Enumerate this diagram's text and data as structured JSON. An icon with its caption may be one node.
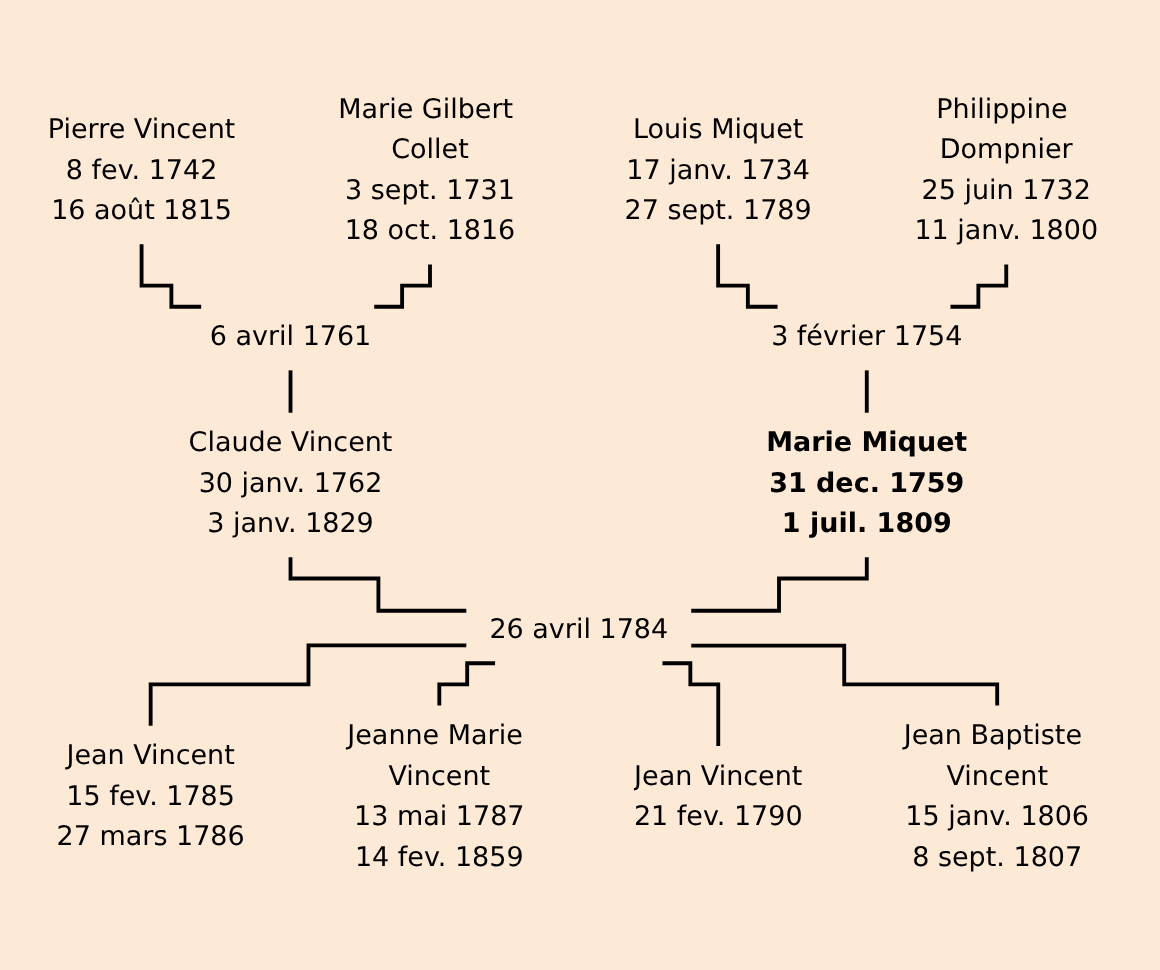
{
  "diagram": {
    "nodes": [
      {
        "text": [
          "Pierre Vincent",
          "8 fev. 1742",
          "16 août 1815"
        ]
      },
      {
        "text": [
          "Marie Gilbert Collet",
          "3 sept. 1731",
          "18 oct. 1816"
        ]
      },
      {
        "text": [
          "Louis Miquet",
          "17 janv. 1734",
          "27 sept. 1789"
        ]
      },
      {
        "text": [
          "Philippine Dompnier",
          "25 juin 1732",
          "11 janv. 1800"
        ]
      },
      {
        "text": [
          "6 avril 1761"
        ]
      },
      {
        "text": [
          "3 février 1754"
        ]
      },
      {
        "text": [
          "Claude Vincent",
          "30 janv. 1762",
          "3 janv. 1829"
        ]
      },
      {
        "text": [
          "Marie Miquet",
          "31 dec. 1759",
          "1 juil. 1809"
        ]
      },
      {
        "text": [
          "26 avril 1784"
        ]
      },
      {
        "text": [
          "Jean Vincent",
          "15 fev. 1785",
          "27 mars 1786"
        ]
      },
      {
        "text": [
          "Jeanne Marie Vincent",
          "13 mai 1787",
          "14 fev. 1859"
        ]
      },
      {
        "text": [
          "Jean Vincent",
          "21 fev. 1790"
        ]
      },
      {
        "text": [
          "Jean Baptiste Vincent",
          "15 janv. 1806",
          "8 sept. 1807"
        ]
      }
    ],
    "edges": [
      {
        "from": 0,
        "to": 4,
        "arrow": "none"
      },
      {
        "from": 1,
        "to": 4,
        "arrow": "none"
      },
      {
        "from": 2,
        "to": 5,
        "arrow": "none"
      },
      {
        "from": 3,
        "to": 5,
        "arrow": "none"
      },
      {
        "from": 4,
        "to": 6,
        "arrow": "none"
      },
      {
        "from": 5,
        "to": 7,
        "arrow": "none"
      },
      {
        "from": 6,
        "to": 8,
        "arrow": "none"
      },
      {
        "from": 7,
        "to": 8,
        "arrow": "none"
      },
      {
        "from": 8,
        "to": 9,
        "arrow": "none"
      },
      {
        "from": 8,
        "to": 10,
        "arrow": "none"
      },
      {
        "from": 8,
        "to": 11,
        "arrow": "none"
      },
      {
        "from": 8,
        "to": 12,
        "arrow": "none"
      }
    ]
  }
}
